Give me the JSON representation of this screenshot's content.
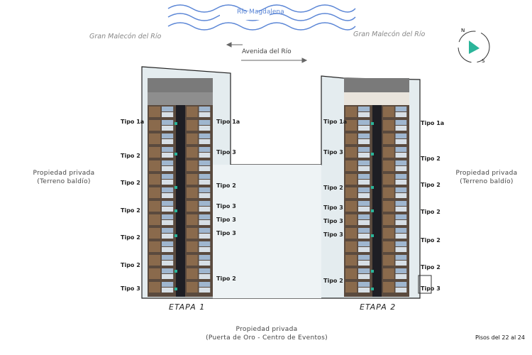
{
  "river": {
    "label": "Río Magdalena"
  },
  "malecon_left": "Gran Malecón del Río",
  "malecon_right": "Gran Malecón del Río",
  "avenue": "Avenida del Río",
  "compass": {
    "north": "N",
    "south": "S",
    "accent": "#2bb59a"
  },
  "property_left": [
    "Propiedad privada",
    "(Terreno baldío)"
  ],
  "property_right": [
    "Propiedad privada",
    "(Terreno baldío)"
  ],
  "property_bottom": [
    "Propiedad privada",
    "(Puerta de Oro - Centro de Eventos)"
  ],
  "etapa1": "ETAPA 1",
  "etapa2": "ETAPA 2",
  "floors": "Pisos del 22 al 24",
  "labels": {
    "b1_left": [
      "Tipo 1a",
      "Tipo 2",
      "Tipo 2",
      "Tipo 2",
      "Tipo 2",
      "Tipo 2",
      "Tipo 3"
    ],
    "b1_right": [
      "Tipo 1a",
      "Tipo 3",
      "Tipo 2",
      "Tipo 3",
      "Tipo 3",
      "Tipo 3",
      "Tipo 2"
    ],
    "b2_left": [
      "Tipo 1a",
      "Tipo 3",
      "Tipo 2",
      "Tipo 3",
      "Tipo 3",
      "Tipo 3",
      "Tipo 2"
    ],
    "b2_right": [
      "Tipo 1a",
      "Tipo 2",
      "Tipo 2",
      "Tipo 2",
      "Tipo 2",
      "Tipo 2",
      "Tipo 3"
    ]
  }
}
